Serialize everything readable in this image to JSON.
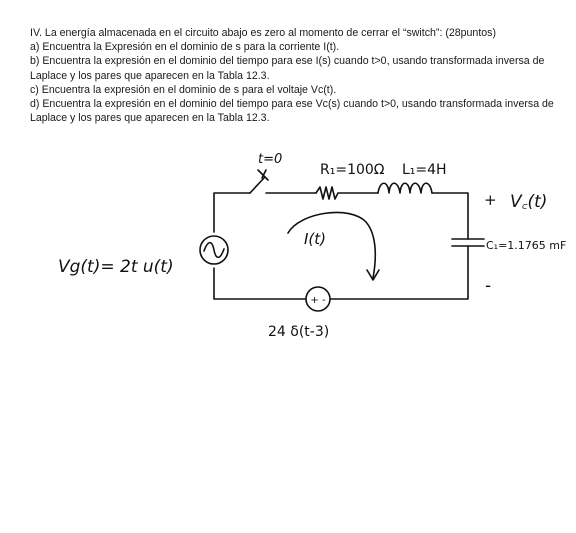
{
  "problem": {
    "heading": "IV.  La energía almacenada en el circuito abajo es zero al momento de cerrar el “switch”: (28puntos)",
    "items": [
      "a) Encuentra la Expresión en el dominio de s para la corriente I(t).",
      "b) Encuentra la expresión en el dominio del tiempo para ese I(s) cuando t>0, usando transformada inversa de Laplace y los pares que aparecen en la Tabla 12.3.",
      "c) Encuentra la expresión en el dominio de s para el voltaje Vc(t).",
      "d) Encuentra la expresión en el dominio del tiempo para ese Vc(s) cuando t>0, usando transformada inversa de Laplace y los pares que aparecen en la Tabla 12.3."
    ]
  },
  "circuit": {
    "switch_label": "t=0",
    "resistor_label": "R₁=100Ω",
    "inductor_label": "L₁=4H",
    "capacitor_label": "C₁=1.1765 mF",
    "vc_label": "V꜀(t)",
    "plus_sign": "+",
    "minus_sign": "-",
    "source_label": "Vg(t)= 2t u(t)",
    "current_label": "I(t)",
    "impulse_label": "24 δ(t-3)",
    "impulse_polarity": "+ -"
  }
}
